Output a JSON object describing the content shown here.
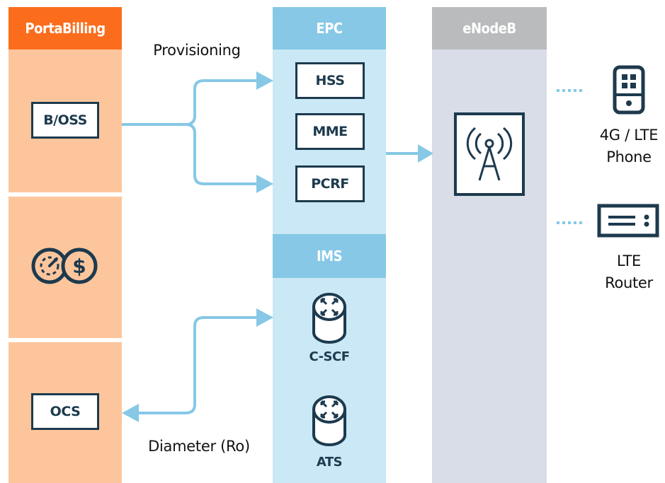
{
  "columns": {
    "portabilling": "PortaBilling",
    "epc": "EPC",
    "enodeb": "eNodeB",
    "ims": "IMS"
  },
  "portabilling": {
    "boss": "B/OSS",
    "ocs": "OCS",
    "billing_icon": "meter-dollar-icon"
  },
  "epc": {
    "hss": "HSS",
    "mme": "MME",
    "pcrf": "PCRF"
  },
  "ims": {
    "cscf": "C-SCF",
    "ats": "ATS"
  },
  "flows": {
    "provisioning": "Provisioning",
    "diameter": "Diameter (Ro)"
  },
  "devices": {
    "phone": [
      "4G / LTE",
      "Phone"
    ],
    "router": [
      "LTE",
      "Router"
    ]
  },
  "colors": {
    "orange": "#fb6d1c",
    "peach": "#fdc59c",
    "blue_header": "#86c8e6",
    "blue_body": "#cae8f5",
    "gray_header": "#b9bbbd",
    "gray_body": "#d9dde7",
    "navy": "#1d3a4e",
    "arrow": "#86c8e6"
  }
}
